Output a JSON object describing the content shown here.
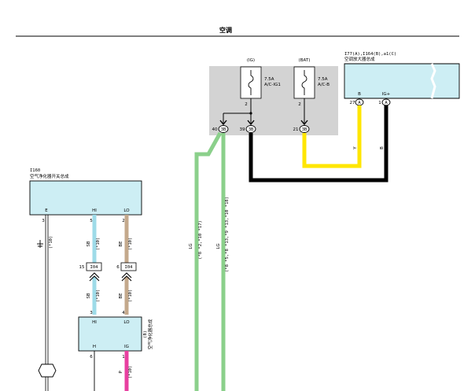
{
  "title": "空调",
  "fuse_block": {
    "fuse_ig": {
      "source": "(IG)",
      "rating": "7.5A",
      "name": "A/C-IG1",
      "pin": "2"
    },
    "fuse_bat": {
      "source": "(BAT)",
      "rating": "7.5A",
      "name": "A/C-B",
      "pin": "2"
    },
    "terminals": [
      {
        "num": "40",
        "conn": "3B"
      },
      {
        "num": "39",
        "conn": "3B"
      },
      {
        "num": "21",
        "conn": "3B"
      }
    ]
  },
  "amplifier": {
    "code": "I77(A),I164(B),a1(C)",
    "name": "空调放大器总成",
    "pins": [
      {
        "label": "B",
        "num": "27",
        "conn": "A"
      },
      {
        "label": "IG+",
        "num": "1",
        "conn": "A"
      }
    ]
  },
  "air_purifier_switch": {
    "code": "I160",
    "name": "空气净化器开关总成",
    "pins": [
      {
        "label": "E",
        "num": "3"
      },
      {
        "label": "HI",
        "num": "5"
      },
      {
        "label": "LO",
        "num": "2"
      }
    ]
  },
  "purifier": {
    "name": "空气净化器总成",
    "pins_top": [
      {
        "label": "HI",
        "num": "3"
      },
      {
        "label": "LO",
        "num": "4"
      }
    ],
    "pins_bottom": [
      {
        "label": "H",
        "num": "6"
      },
      {
        "label": "IG",
        "num": "1"
      }
    ]
  },
  "connectors": [
    {
      "num": "15",
      "code": "I04"
    },
    {
      "num": "6",
      "code": "I04"
    }
  ],
  "wires": {
    "y": "Y",
    "b": "B",
    "lg1": "LG",
    "lg1_note": "(*8 *2,*10 *17)",
    "lg2": "LG",
    "lg2_note": "(*8 *5,*8 *13,*9 *13,*10 *18)",
    "e_note": "(*10)",
    "hi_wire": "SB",
    "hi_note": "(*10)",
    "lo_wire": "BE",
    "lo_note": "(*10)",
    "hi_wire2": "SB",
    "hi_note2": "(*10)",
    "lo_wire2": "BE",
    "lo_note2": "(*10)",
    "ig_wire": "P",
    "ig_note": "(*10)",
    "side_code": "(B)"
  },
  "colors": {
    "light_green": "#8bd08b",
    "yellow": "#ffe600",
    "black": "#000000",
    "sky_blue": "#9edbe8",
    "tan": "#c4a98c",
    "pink": "#e83fa0",
    "component_fill": "#cdeef4",
    "fuse_box_fill": "#d3d3d3"
  },
  "icons": [
    "fuse-symbol",
    "ground-symbol",
    "splice-circle"
  ]
}
